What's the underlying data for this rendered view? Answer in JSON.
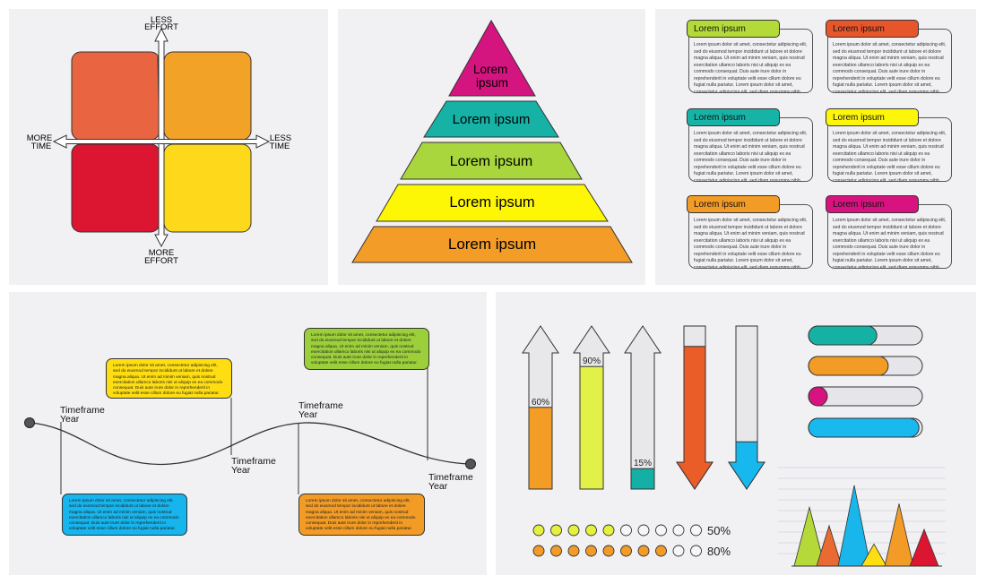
{
  "quadrant": {
    "top_label": [
      "LESS",
      "EFFORT"
    ],
    "bottom_label": [
      "MORE",
      "EFFORT"
    ],
    "left_label": [
      "MORE",
      "TIME"
    ],
    "right_label": [
      "LESS",
      "TIME"
    ],
    "colors": [
      "#e96542",
      "#f2a227",
      "#dc1631",
      "#fed81a"
    ]
  },
  "pyramid": {
    "levels": [
      {
        "label": "Lorem ipsum",
        "color": "#d4147f"
      },
      {
        "label": "Lorem ipsum",
        "color": "#16b2a6"
      },
      {
        "label": "Lorem ipsum",
        "color": "#a8d63c"
      },
      {
        "label": "Lorem ipsum",
        "color": "#fdf604"
      },
      {
        "label": "Lorem ipsum",
        "color": "#f39c28"
      }
    ]
  },
  "cards": [
    {
      "title": "Lorem ipsum",
      "color": "#b3da38"
    },
    {
      "title": "Lorem ipsum",
      "color": "#e9552b"
    },
    {
      "title": "Lorem ipsum",
      "color": "#17b3a7"
    },
    {
      "title": "Lorem ipsum",
      "color": "#fdf60a"
    },
    {
      "title": "Lorem ipsum",
      "color": "#f29b26"
    },
    {
      "title": "Lorem ipsum",
      "color": "#d8137f"
    }
  ],
  "card_body": "Lorem ipsum dolor sit amet, consectetur adipiscing elit, sed do eiusmod tempor incididunt ut labore et dolore magna aliqua. Ut enim ad minim veniam, quis nostrud exercitation ullamco laboris nisi ut aliquip ex ea commodo consequat. Duis aute irure dolor in reprehenderit in voluptate velit esse cillum dolore eu fugiat nulla pariatur. Lorem ipsum dolor sit amet, consectetur adipiscing elit, sed diam nonummy nibh euismod tincidunt ut",
  "timeline": {
    "label": [
      "Timeframe",
      "Year"
    ],
    "box_text": "Lorem ipsum dolor sit amet, consectetur adipiscing elit, sed do eiusmod tempor incididunt ut labore et dolore magna aliqua. Ut enim ad minim veniam, quis nostrud exercitation ullamco laboris nisi ut aliquip ex ea commodo consequat. Duis aute irure dolor in reprehenderit in voluptate velit esse cillum dolore eu fugiat nulla pariatur.",
    "box_colors": [
      "#fede13",
      "#9cd03a",
      "#16b5ee",
      "#f39c25"
    ]
  },
  "gauges": {
    "up_arrows": [
      {
        "percent": 60,
        "label": "60%",
        "color": "#f39c26"
      },
      {
        "percent": 90,
        "label": "90%",
        "color": "#e2f148"
      },
      {
        "percent": 15,
        "label": "15%",
        "color": "#15b0a5"
      }
    ],
    "down_arrows": [
      {
        "percent": 85,
        "color": "#ea5c28"
      },
      {
        "percent": 15,
        "color": "#17b8ee"
      }
    ]
  },
  "dot_rows": [
    {
      "filled": 5,
      "total": 10,
      "label": "50%",
      "color": "#e6f03e"
    },
    {
      "filled": 8,
      "total": 10,
      "label": "80%",
      "color": "#f29b28"
    }
  ],
  "progress_bars": [
    {
      "value": 0.6,
      "color": "#15b1a5"
    },
    {
      "value": 0.7,
      "color": "#f29b25"
    },
    {
      "value": 0.12,
      "color": "#d6137f"
    },
    {
      "value": 0.97,
      "color": "#17b9ef"
    }
  ],
  "chart_data": {
    "type": "area",
    "peaks": [
      {
        "value": 8.0,
        "color": "#b6d93a"
      },
      {
        "value": 5.5,
        "color": "#e96a33"
      },
      {
        "value": 11.0,
        "color": "#19b6ec"
      },
      {
        "value": 3.0,
        "color": "#fcde12"
      },
      {
        "value": 8.5,
        "color": "#f29b26"
      },
      {
        "value": 5.0,
        "color": "#dc1631"
      }
    ],
    "grid": true
  }
}
